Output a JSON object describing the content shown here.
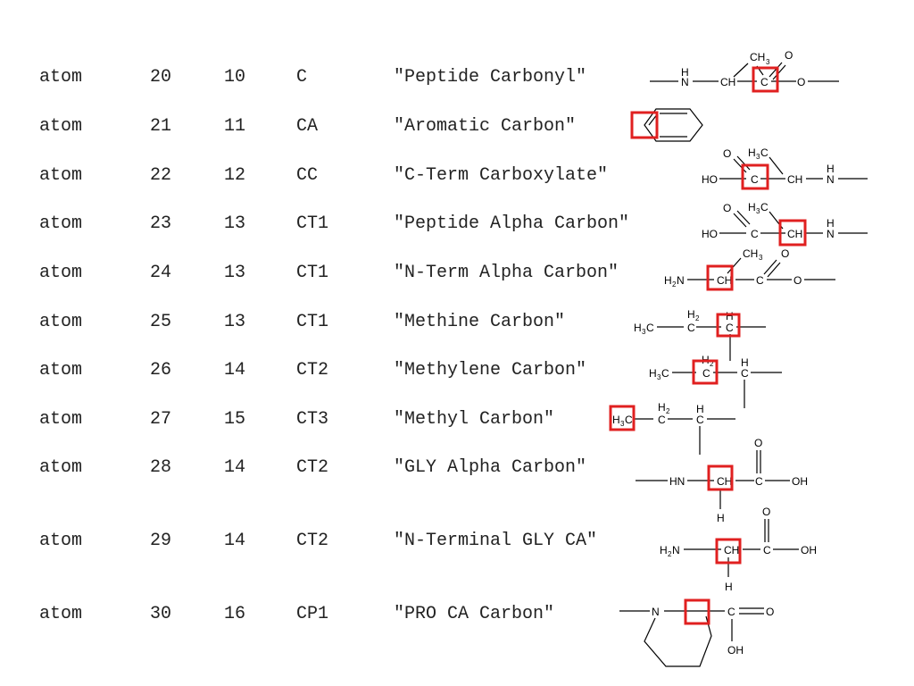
{
  "rows": [
    {
      "kw": "atom",
      "n1": "20",
      "n2": "10",
      "type": "C",
      "desc": "\"Peptide Carbonyl\""
    },
    {
      "kw": "atom",
      "n1": "21",
      "n2": "11",
      "type": "CA",
      "desc": "\"Aromatic Carbon\""
    },
    {
      "kw": "atom",
      "n1": "22",
      "n2": "12",
      "type": "CC",
      "desc": "\"C-Term Carboxylate\""
    },
    {
      "kw": "atom",
      "n1": "23",
      "n2": "13",
      "type": "CT1",
      "desc": "\"Peptide Alpha Carbon\""
    },
    {
      "kw": "atom",
      "n1": "24",
      "n2": "13",
      "type": "CT1",
      "desc": "\"N-Term Alpha Carbon\""
    },
    {
      "kw": "atom",
      "n1": "25",
      "n2": "13",
      "type": "CT1",
      "desc": "\"Methine Carbon\""
    },
    {
      "kw": "atom",
      "n1": "26",
      "n2": "14",
      "type": "CT2",
      "desc": "\"Methylene Carbon\""
    },
    {
      "kw": "atom",
      "n1": "27",
      "n2": "15",
      "type": "CT3",
      "desc": "\"Methyl Carbon\""
    },
    {
      "kw": "atom",
      "n1": "28",
      "n2": "14",
      "type": "CT2",
      "desc": "\"GLY Alpha Carbon\""
    },
    {
      "kw": "atom",
      "n1": "29",
      "n2": "14",
      "type": "CT2",
      "desc": "\"N-Terminal GLY CA\""
    },
    {
      "kw": "atom",
      "n1": "30",
      "n2": "16",
      "type": "CP1",
      "desc": "\"PRO CA Carbon\""
    }
  ],
  "structure_labels": {
    "ch3": "CH",
    "three": "3",
    "o": "O",
    "h": "H",
    "n": "N",
    "ch": "CH",
    "c": "C",
    "ho": "HO",
    "h3c": "H",
    "h2": "H",
    "two": "2",
    "hn": "HN",
    "oh": "OH",
    "h2n": "H"
  },
  "colors": {
    "highlight": "#e02020",
    "text": "#222222"
  }
}
